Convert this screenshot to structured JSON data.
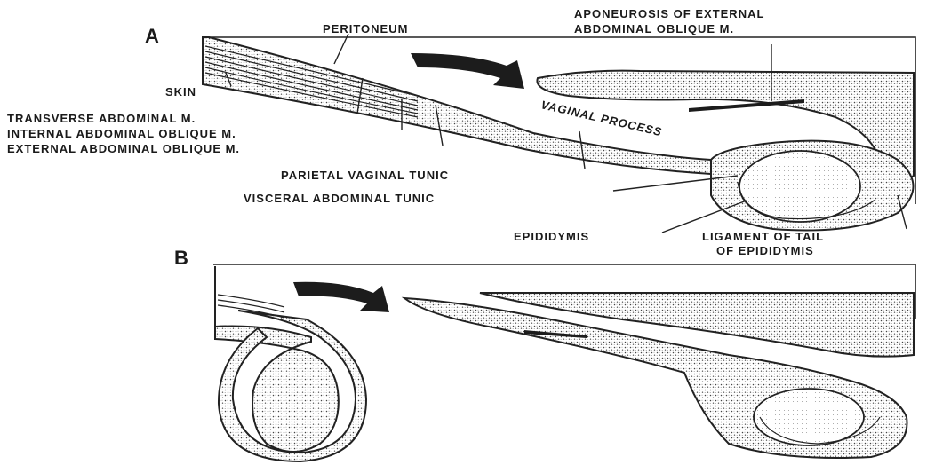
{
  "panels": [
    {
      "id": "A",
      "label": "A"
    },
    {
      "id": "B",
      "label": "B"
    }
  ],
  "labels": {
    "peritoneum": "PERITONEUM",
    "aponeurosis_line1": "APONEUROSIS OF EXTERNAL",
    "aponeurosis_line2": "ABDOMINAL OBLIQUE M.",
    "skin": "SKIN",
    "transverse": "TRANSVERSE ABDOMINAL M.",
    "internal_oblique": "INTERNAL ABDOMINAL OBLIQUE M.",
    "external_oblique": "EXTERNAL  ABDOMINAL  OBLIQUE  M.",
    "vaginal_process": "VAGINAL PROCESS",
    "parietal_tunic": "PARIETAL VAGINAL TUNIC",
    "visceral_tunic": "VISCERAL ABDOMINAL TUNIC",
    "epididymis": "EPIDIDYMIS",
    "ligament_line1": "LIGAMENT OF TAIL",
    "ligament_line2": "OF EPIDIDYMIS"
  },
  "colors": {
    "ink": "#1a1a1a",
    "background": "#ffffff"
  }
}
